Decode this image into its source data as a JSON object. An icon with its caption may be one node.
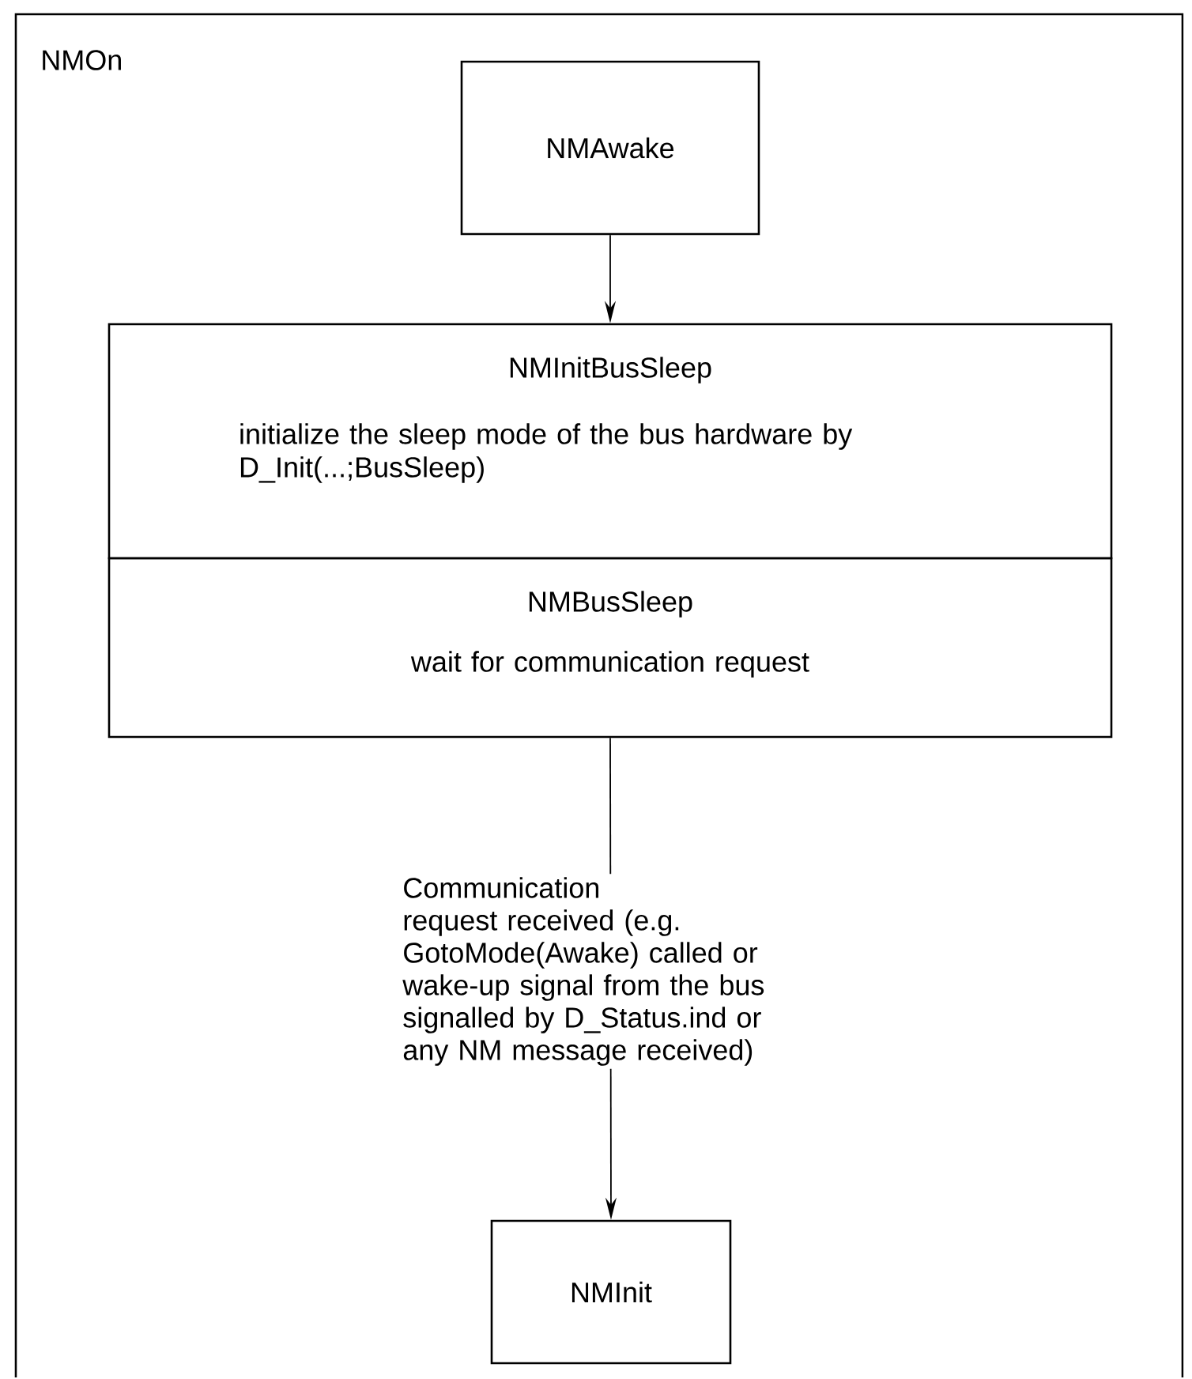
{
  "diagram": {
    "nodes": [
      {
        "text": [
          "NMOn"
        ]
      },
      {
        "text": [
          "NMAwake"
        ],
        "in": 0
      },
      {
        "text": [
          "NMInitBusSleep",
          "initialize the sleep mode of the bus hardware by D_Init(...;BusSleep)"
        ],
        "in": 0
      },
      {
        "text": [
          "NMBusSleep",
          "wait for communication request"
        ],
        "in": 0
      },
      {
        "text": [
          "NMInit"
        ],
        "in": 0
      }
    ],
    "edges": [
      {
        "from": 1,
        "to": 2,
        "arrow": "to"
      },
      {
        "from": 3,
        "to": 4,
        "arrow": "to",
        "label": "Communication request received (e.g. GotoMode(Awake) called or wake-up signal from the bus signalled by D_Status.ind or any NM message received)"
      }
    ]
  }
}
